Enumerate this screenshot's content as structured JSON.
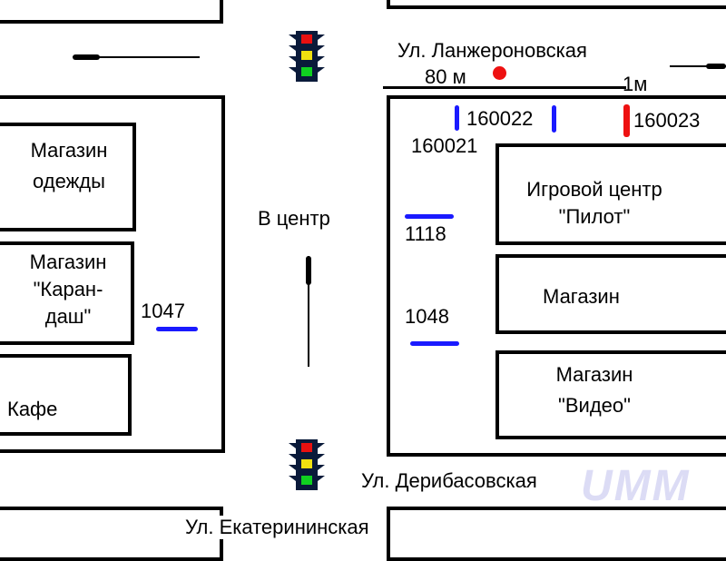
{
  "streets": {
    "top": "Ул. Ланжероновская",
    "bottom1": "Ул. Дерибасовская",
    "bottom2": "Ул. Екатерининская"
  },
  "direction_label": "В центр",
  "distances": {
    "main": "80 м",
    "small": "1м"
  },
  "shops": [
    {
      "label": "Магазин одежды"
    },
    {
      "label": "Магазин \"Каран-даш\"",
      "line1": "Магазин",
      "line2": "\"Каран-",
      "line3": "даш\""
    },
    {
      "label": "Кафе"
    },
    {
      "line1": "Игровой центр",
      "line2": "\"Пилот\""
    },
    {
      "label": "Магазин"
    },
    {
      "line1": "Магазин",
      "line2": "\"Видео\""
    }
  ],
  "shop_clothes": {
    "line1": "Магазин",
    "line2": "одежды"
  },
  "sensors": [
    {
      "id": "1047",
      "color": "#1a1aff"
    },
    {
      "id": "1118",
      "color": "#1a1aff"
    },
    {
      "id": "1048",
      "color": "#1a1aff"
    },
    {
      "id": "160021",
      "color": "#1a1aff"
    },
    {
      "id": "160022",
      "color": "#1a1aff"
    },
    {
      "id": "160023",
      "color": "#ee1111"
    }
  ],
  "watermark": "UMM",
  "colors": {
    "blue": "#1a1aff",
    "red": "#ee1111",
    "watermark": "#dcdcf5"
  }
}
